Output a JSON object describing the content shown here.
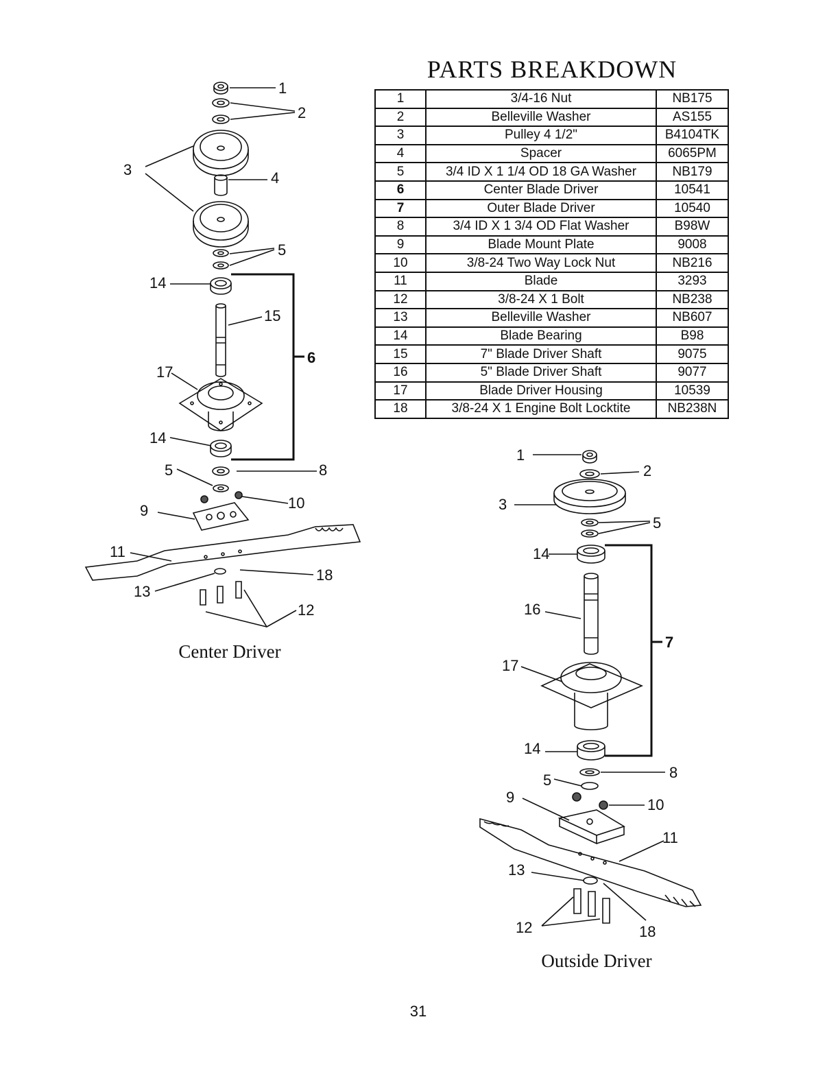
{
  "title": "PARTS BREAKDOWN",
  "parts": [
    {
      "no": "1",
      "desc": "3/4-16 Nut",
      "part": "NB175"
    },
    {
      "no": "2",
      "desc": "Belleville Washer",
      "part": "AS155"
    },
    {
      "no": "3",
      "desc": "Pulley 4 1/2\"",
      "part": "B4104TK"
    },
    {
      "no": "4",
      "desc": "Spacer",
      "part": "6065PM"
    },
    {
      "no": "5",
      "desc": "3/4 ID X 1 1/4 OD 18 GA Washer",
      "part": "NB179"
    },
    {
      "no": "6",
      "desc": "Center Blade Driver",
      "part": "10541"
    },
    {
      "no": "7",
      "desc": "Outer Blade Driver",
      "part": "10540"
    },
    {
      "no": "8",
      "desc": "3/4 ID X 1 3/4 OD Flat Washer",
      "part": "B98W"
    },
    {
      "no": "9",
      "desc": "Blade Mount Plate",
      "part": "9008"
    },
    {
      "no": "10",
      "desc": "3/8-24 Two Way Lock Nut",
      "part": "NB216"
    },
    {
      "no": "11",
      "desc": "Blade",
      "part": "3293"
    },
    {
      "no": "12",
      "desc": "3/8-24 X 1 Bolt",
      "part": "NB238"
    },
    {
      "no": "13",
      "desc": "Belleville Washer",
      "part": "NB607"
    },
    {
      "no": "14",
      "desc": "Blade Bearing",
      "part": "B98"
    },
    {
      "no": "15",
      "desc": "7\" Blade Driver Shaft",
      "part": "9075"
    },
    {
      "no": "16",
      "desc": "5\" Blade Driver Shaft",
      "part": "9077"
    },
    {
      "no": "17",
      "desc": "Blade Driver Housing",
      "part": "10539"
    },
    {
      "no": "18",
      "desc": "3/8-24 X 1 Engine Bolt Locktite",
      "part": "NB238N"
    }
  ],
  "center_diagram": {
    "caption": "Center Driver",
    "callouts": {
      "c1": "1",
      "c2": "2",
      "c3": "3",
      "c4": "4",
      "c5": "5",
      "c14a": "14",
      "c15": "15",
      "c6": "6",
      "c17": "17",
      "c14b": "14",
      "c5b": "5",
      "c8": "8",
      "c9": "9",
      "c10": "10",
      "c11": "11",
      "c18": "18",
      "c13": "13",
      "c12": "12"
    }
  },
  "outside_diagram": {
    "caption": "Outside Driver",
    "callouts": {
      "c1": "1",
      "c2": "2",
      "c3": "3",
      "c5": "5",
      "c14a": "14",
      "c16": "16",
      "c7": "7",
      "c17": "17",
      "c14b": "14",
      "c8": "8",
      "c5b": "5",
      "c9": "9",
      "c10": "10",
      "c11": "11",
      "c13": "13",
      "c12": "12",
      "c18": "18"
    }
  },
  "page_number": "31"
}
